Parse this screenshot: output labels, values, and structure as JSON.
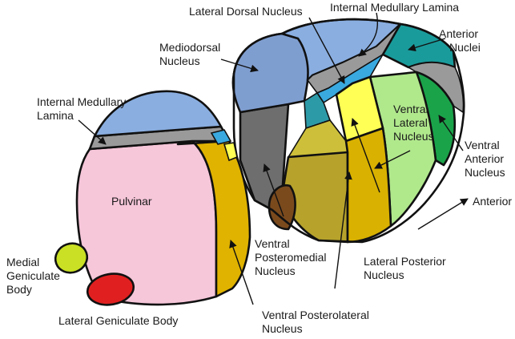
{
  "labels": {
    "lateral_dorsal_nucleus": "Lateral Dorsal Nucleus",
    "internal_medullary_lamina_top": "Internal Medullary Lamina",
    "anterior_nuclei_line1": "Anterior",
    "anterior_nuclei_line2": "Nuclei",
    "mediodorsal_line1": "Mediodorsal",
    "mediodorsal_line2": "Nucleus",
    "internal_medullary_lamina_left_line1": "Internal Medullary",
    "internal_medullary_lamina_left_line2": "Lamina",
    "ventral_lateral_line1": "Ventral",
    "ventral_lateral_line2": "Lateral",
    "ventral_lateral_line3": "Nucleus",
    "ventral_anterior_line1": "Ventral",
    "ventral_anterior_line2": "Anterior",
    "ventral_anterior_line3": "Nucleus",
    "anterior_direction": "Anterior",
    "pulvinar": "Pulvinar",
    "medial_geniculate_line1": "Medial",
    "medial_geniculate_line2": "Geniculate",
    "medial_geniculate_line3": "Body",
    "lateral_geniculate_body": "Lateral Geniculate Body",
    "ventral_posteromedial_line1": "Ventral",
    "ventral_posteromedial_line2": "Posteromedial",
    "ventral_posteromedial_line3": "Nucleus",
    "lateral_posterior_line1": "Lateral Posterior",
    "lateral_posterior_line2": "Nucleus",
    "ventral_posterolateral_line1": "Ventral Posterolateral",
    "ventral_posterolateral_line2": "Nucleus"
  },
  "colors": {
    "mediodorsal": "#7f9ed0",
    "lateral_dorsal_blue": "#8aaee0",
    "lamina_gray": "#9a9a9a",
    "lamina_dark_gray": "#6e6e6e",
    "anterior_teal": "#1a9b9b",
    "ventral_lateral_green": "#b0e88c",
    "ventral_anterior_green": "#1ba34a",
    "lateral_posterior_yellow": "#ffff55",
    "ventral_posterolateral_ochre": "#d9b100",
    "ventral_olive": "#b7a32c",
    "ventral_posteromedial_brown": "#7a4a1d",
    "pulvinar_pink": "#f6c6d9",
    "medial_geniculate": "#c9e024",
    "lateral_geniculate": "#e02020",
    "sky_blue": "#39a9e0"
  }
}
